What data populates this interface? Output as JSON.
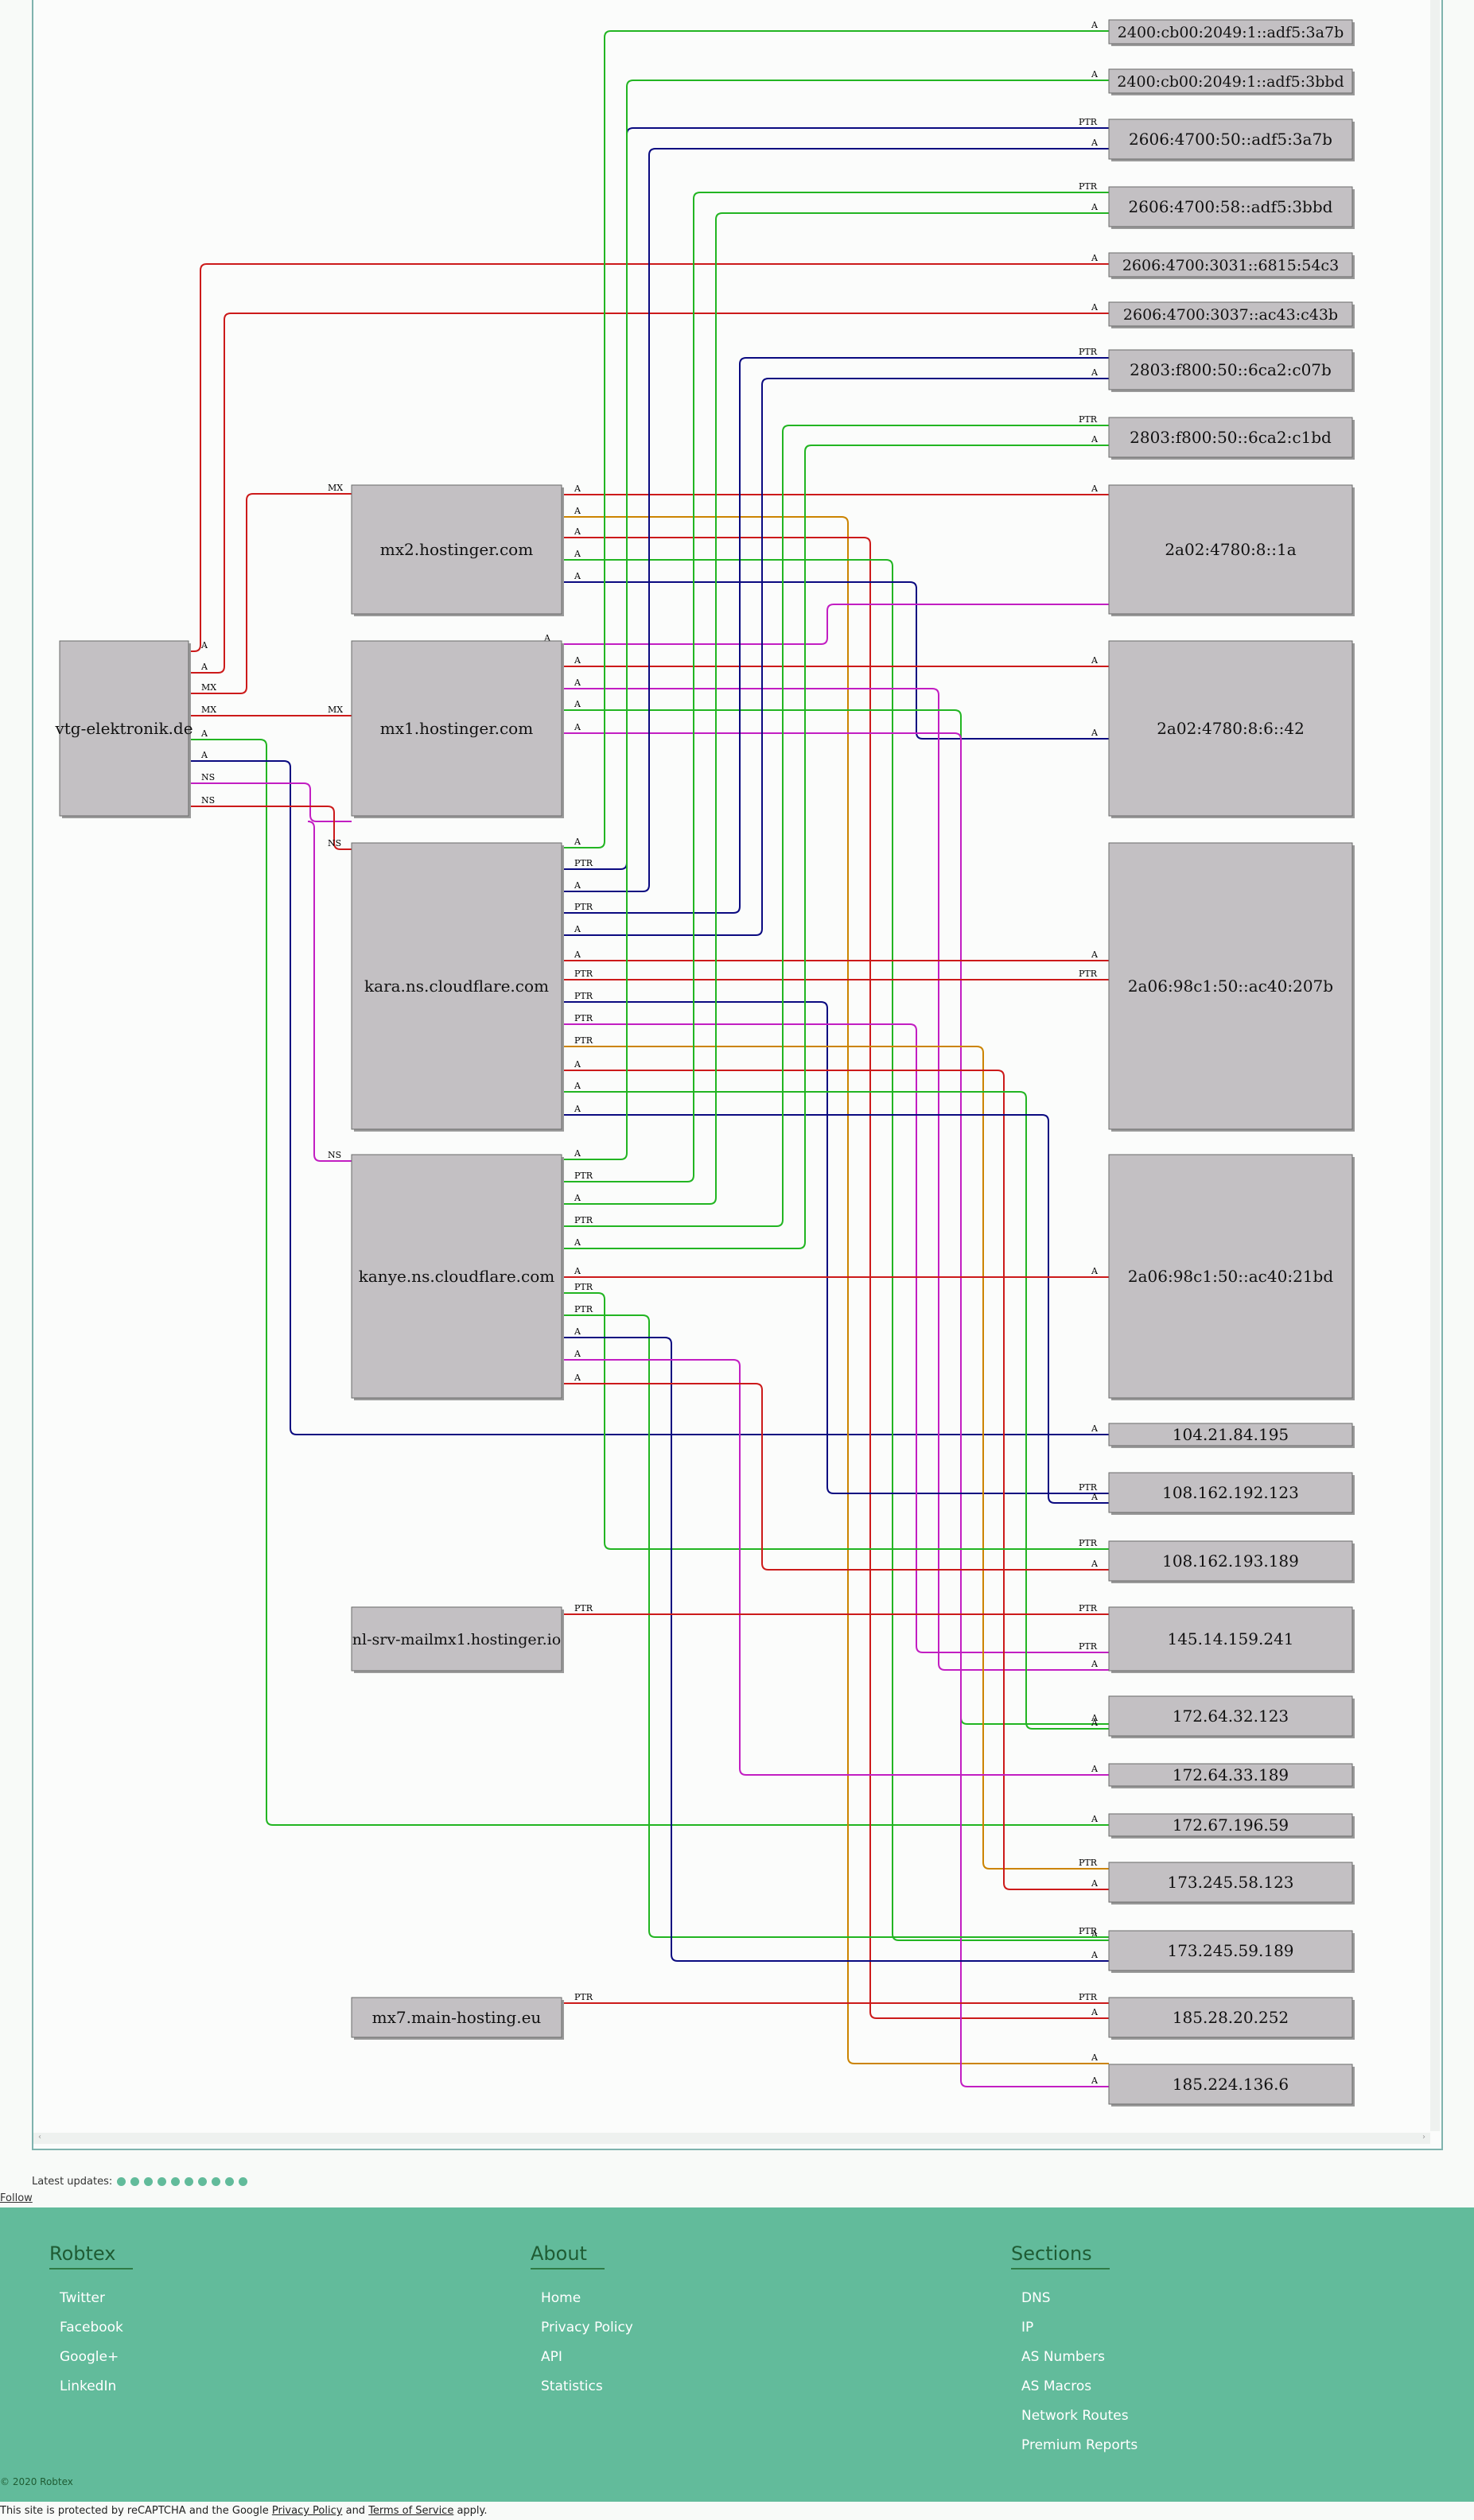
{
  "graph": {
    "nodes": [
      {
        "id": "ipv6_1",
        "label": "2400:cb00:2049:1::adf5:3a7b"
      },
      {
        "id": "ipv6_2",
        "label": "2400:cb00:2049:1::adf5:3bbd"
      },
      {
        "id": "ipv6_3",
        "label": "2606:4700:50::adf5:3a7b"
      },
      {
        "id": "ipv6_4",
        "label": "2606:4700:58::adf5:3bbd"
      },
      {
        "id": "ipv6_5",
        "label": "2606:4700:3031::6815:54c3"
      },
      {
        "id": "ipv6_6",
        "label": "2606:4700:3037::ac43:c43b"
      },
      {
        "id": "ipv6_7",
        "label": "2803:f800:50::6ca2:c07b"
      },
      {
        "id": "ipv6_8",
        "label": "2803:f800:50::6ca2:c1bd"
      },
      {
        "id": "mx2",
        "label": "mx2.hostinger.com"
      },
      {
        "id": "ipv6_9",
        "label": "2a02:4780:8::1a"
      },
      {
        "id": "vtg",
        "label": "vtg-elektronik.de"
      },
      {
        "id": "mx1",
        "label": "mx1.hostinger.com"
      },
      {
        "id": "ipv6_10",
        "label": "2a02:4780:8:6::42"
      },
      {
        "id": "kara",
        "label": "kara.ns.cloudflare.com"
      },
      {
        "id": "ipv6_11",
        "label": "2a06:98c1:50::ac40:207b"
      },
      {
        "id": "kanye",
        "label": "kanye.ns.cloudflare.com"
      },
      {
        "id": "ipv6_12",
        "label": "2a06:98c1:50::ac40:21bd"
      },
      {
        "id": "ip_1",
        "label": "104.21.84.195"
      },
      {
        "id": "ip_2",
        "label": "108.162.192.123"
      },
      {
        "id": "ip_3",
        "label": "108.162.193.189"
      },
      {
        "id": "nlsrv",
        "label": "nl-srv-mailmx1.hostinger.io"
      },
      {
        "id": "ip_4",
        "label": "145.14.159.241"
      },
      {
        "id": "ip_5",
        "label": "172.64.32.123"
      },
      {
        "id": "ip_6",
        "label": "172.64.33.189"
      },
      {
        "id": "ip_7",
        "label": "172.67.196.59"
      },
      {
        "id": "ip_8",
        "label": "173.245.58.123"
      },
      {
        "id": "ip_9",
        "label": "173.245.59.189"
      },
      {
        "id": "mx7",
        "label": "mx7.main-hosting.eu"
      },
      {
        "id": "ip_10",
        "label": "185.28.20.252"
      },
      {
        "id": "ip_11",
        "label": "185.224.136.6"
      }
    ],
    "edge_labels": [
      "A",
      "PTR",
      "MX",
      "NS"
    ],
    "colors": {
      "green": "#22b522",
      "navy": "#0a0a80",
      "red": "#cc1a1a",
      "magenta": "#c21ec2",
      "orange": "#cc8400",
      "node_fill": "#c3c0c3",
      "node_border": "#6a6a6a"
    }
  },
  "footer": {
    "latest_updates": "Latest updates:",
    "follow": "Follow",
    "columns": [
      {
        "title": "Robtex",
        "items": [
          "Twitter",
          "Facebook",
          "Google+",
          "LinkedIn"
        ]
      },
      {
        "title": "About",
        "items": [
          "Home",
          "Privacy Policy",
          "API",
          "Statistics"
        ]
      },
      {
        "title": "Sections",
        "items": [
          "DNS",
          "IP",
          "AS Numbers",
          "AS Macros",
          "Network Routes",
          "Premium Reports"
        ]
      }
    ],
    "copyright": "© 2020 Robtex",
    "recaptcha": {
      "prefix": "This site is protected by reCAPTCHA and the Google ",
      "privacy": "Privacy Policy",
      "and": " and ",
      "terms": "Terms of Service",
      "suffix": " apply."
    }
  }
}
